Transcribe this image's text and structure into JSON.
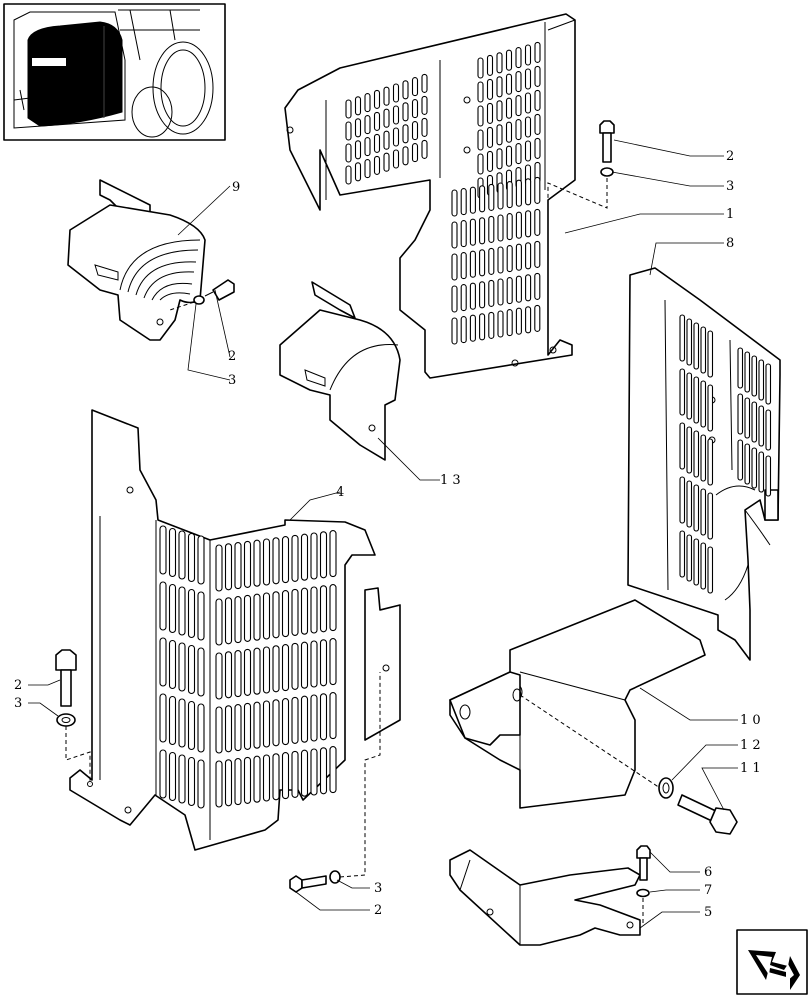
{
  "thumbnail": {
    "badge_color": "#000000"
  },
  "nav": {
    "icon": "next-page-arrow-icon"
  },
  "callouts": [
    {
      "id": "c9",
      "text": "9"
    },
    {
      "id": "c2a",
      "text": "2"
    },
    {
      "id": "c3a",
      "text": "3"
    },
    {
      "id": "c1",
      "text": "1"
    },
    {
      "id": "c8",
      "text": "8"
    },
    {
      "id": "c2b",
      "text": "2"
    },
    {
      "id": "c3b",
      "text": "3"
    },
    {
      "id": "c13",
      "text": "1 3"
    },
    {
      "id": "c4",
      "text": "4"
    },
    {
      "id": "c2c",
      "text": "2"
    },
    {
      "id": "c3c",
      "text": "3"
    },
    {
      "id": "c10",
      "text": "1 0"
    },
    {
      "id": "c12",
      "text": "1 2"
    },
    {
      "id": "c11",
      "text": "1 1"
    },
    {
      "id": "c3d",
      "text": "3"
    },
    {
      "id": "c2d",
      "text": "2"
    },
    {
      "id": "c6",
      "text": "6"
    },
    {
      "id": "c7",
      "text": "7"
    },
    {
      "id": "c5",
      "text": "5"
    }
  ]
}
